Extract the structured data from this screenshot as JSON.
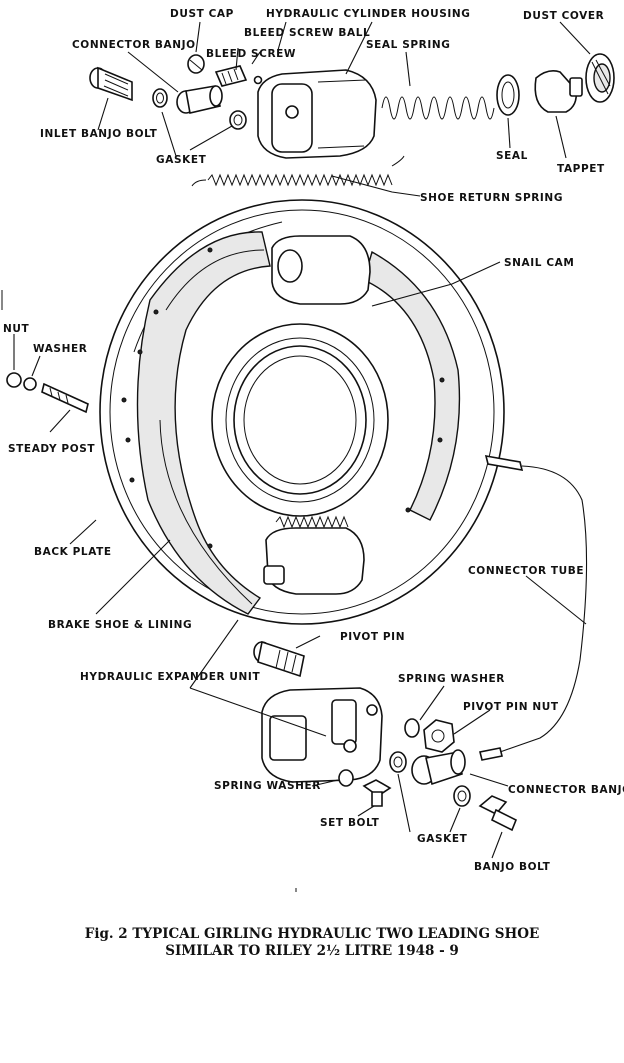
{
  "labels": {
    "dust_cap": "DUST CAP",
    "hydraulic_cylinder_housing": "HYDRAULIC CYLINDER HOUSING",
    "dust_cover": "DUST COVER",
    "connector_banjo_top": "CONNECTOR BANJO",
    "bleed_screw_ball": "BLEED SCREW BALL",
    "bleed_screw": "BLEED SCREW",
    "seal_spring": "SEAL SPRING",
    "inlet_banjo_bolt": "INLET BANJO BOLT",
    "gasket_top": "GASKET",
    "seal": "SEAL",
    "tappet": "TAPPET",
    "shoe_return_spring": "SHOE RETURN SPRING",
    "snail_cam": "SNAIL CAM",
    "nut": "NUT",
    "washer": "WASHER",
    "steady_post": "STEADY POST",
    "back_plate": "BACK PLATE",
    "connector_tube": "CONNECTOR TUBE",
    "brake_shoe_lining": "BRAKE SHOE & LINING",
    "pivot_pin": "PIVOT PIN",
    "hydraulic_expander_unit": "HYDRAULIC EXPANDER UNIT",
    "spring_washer_right": "SPRING WASHER",
    "pivot_pin_nut": "PIVOT PIN NUT",
    "spring_washer_left": "SPRING WASHER",
    "connector_banjo_bottom": "CONNECTOR BANJO",
    "set_bolt": "SET BOLT",
    "gasket_bottom": "GASKET",
    "banjo_bolt": "BANJO BOLT"
  },
  "caption": {
    "line1": "Fig. 2 TYPICAL GIRLING HYDRAULIC TWO LEADING SHOE",
    "line2": "SIMILAR TO RILEY 2½ LITRE 1948 - 9"
  }
}
